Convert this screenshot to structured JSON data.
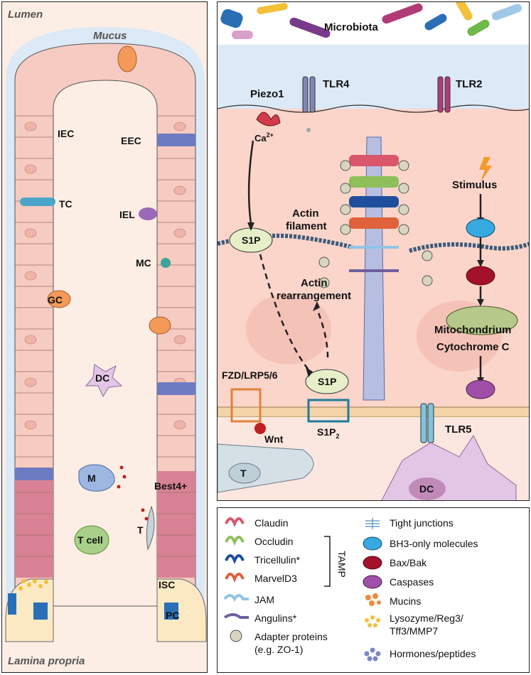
{
  "left_panel": {
    "lumen": "Lumen",
    "mucus": "Mucus",
    "lamina_propria": "Lamina propria",
    "cells": {
      "iec": "IEC",
      "eec": "EEC",
      "tc": "TC",
      "iel": "IEL",
      "mc": "MC",
      "gc": "GC",
      "dc": "DC",
      "m": "M",
      "best4": "Best4+",
      "t": "T",
      "t_cell": "T cell",
      "isc": "ISC",
      "pc": "PC"
    }
  },
  "right_panel": {
    "microbiota": "Microbiota",
    "tlr4": "TLR4",
    "tlr2": "TLR2",
    "piezo1": "Piezo1",
    "ca": "Ca",
    "ca_sup": "2+",
    "stimulus": "Stimulus",
    "s1p": "S1P",
    "actin_filament_1": "Actin",
    "actin_filament_2": "filament",
    "actin_rearr_1": "Actin",
    "actin_rearr_2": "rearrangement",
    "mito": "Mitochondrium",
    "cytc": "Cytochrome C",
    "fzd": "FZD/LRP5/6",
    "wnt": "Wnt",
    "s1p2": "S1P",
    "s1p2_sub": "2",
    "tlr5": "TLR5",
    "t": "T",
    "dc": "DC"
  },
  "legend": {
    "claudin": "Claudin",
    "occludin": "Occludin",
    "tricellulin": "Tricellulin*",
    "marveld3": "MarvelD3",
    "tamp": "TAMP",
    "jam": "JAM",
    "angulins": "Angulins*",
    "adapter_1": "Adapter proteins",
    "adapter_2": "(e.g. ZO-1)",
    "tight": "Tight junctions",
    "bh3": "BH3-only molecules",
    "bax": "Bax/Bak",
    "caspases": "Caspases",
    "mucins": "Mucins",
    "lyso_1": "Lysozyme/Reg3/",
    "lyso_2": "Tff3/MMP7",
    "hormones": "Hormones/peptides"
  },
  "colors": {
    "claudin": "#d9566b",
    "occludin": "#8fbf5a",
    "tricellulin": "#1f4f9c",
    "marveld3": "#e0623a",
    "jam": "#8fc5e6",
    "angulins": "#6f5f9e",
    "adapter": "#d8d6c0",
    "bh3": "#36a9e1",
    "bax": "#a3122a",
    "caspases": "#a04fa8",
    "mucins": "#f08a3c",
    "lysozyme": "#f3c03a",
    "hormones": "#7d86c9",
    "mucus": "#dce9f6",
    "cell": "#f7c9c0"
  }
}
